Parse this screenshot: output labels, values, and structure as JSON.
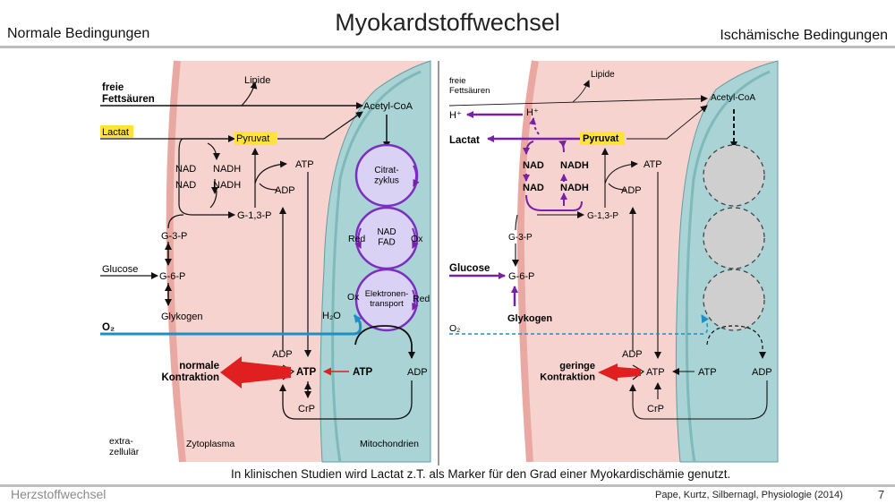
{
  "slide": {
    "title": "Myokardstoffwechsel",
    "left_heading": "Normale Bedingungen",
    "right_heading": "Ischämische Bedingungen",
    "note": "In klinischen Studien wird Lactat z.T. als Marker für den Grad einer Myokardischämie genutzt.",
    "footer_left": "Herzstoffwechsel",
    "footer_ref": "Pape, Kurtz, Silbernagl, Physiologie (2014)",
    "page_number": "7"
  },
  "colors": {
    "cytoplasm": "#f7d3cf",
    "membrane": "#e9a9a2",
    "mitochondrion": "#a9d3d4",
    "cycle_circle": "#d9d2f4",
    "cycle_border": "#7a2fbf",
    "ischemic_circle": "#cfcfcf",
    "purple_path": "#7a1fa8",
    "oxygen_blue": "#1e8fc4",
    "red_arrow": "#e02020",
    "highlight": "#ffe33a"
  },
  "normal": {
    "freie_fettsaeuren": "freie\nFettsäuren",
    "lipide": "Lipide",
    "acetyl_coa": "Acetyl-CoA",
    "lactat": "Lactat",
    "pyruvat": "Pyruvat",
    "nad1": "NAD",
    "nad2": "NAD",
    "nadh1": "NADH",
    "nadh2": "NADH",
    "atp_glyc": "ATP",
    "adp_glyc": "ADP",
    "g13p": "G-1,3-P",
    "g3p": "G-3-P",
    "g6p": "G-6-P",
    "glucose": "Glucose",
    "glykogen": "Glykogen",
    "o2": "O₂",
    "citrat": "Citrat-\nzyklus",
    "red": "Red",
    "ox": "Ox",
    "nad_fad": "NAD\nFAD",
    "ox2": "Ox",
    "elektronen": "Elektronen-\ntransport",
    "red2": "Red",
    "h2o": "H₂O",
    "adp_left": "ADP",
    "atp_center": "ATP",
    "atp_mito": "ATP",
    "adp_mito": "ADP",
    "crp": "CrP",
    "kontraktion": "normale\nKontraktion",
    "extrazellulaer": "extra-\nzellulär",
    "zytoplasma": "Zytoplasma",
    "mitochondrien": "Mitochondrien"
  },
  "ischemic": {
    "freie_fettsaeuren": "freie\nFettsäuren",
    "lipide": "Lipide",
    "acetyl_coa": "Acetyl-CoA",
    "h_plus_out": "H⁺",
    "h_plus_in": "H⁺",
    "lactat": "Lactat",
    "pyruvat": "Pyruvat",
    "nad1": "NAD",
    "nad2": "NAD",
    "nadh1": "NADH",
    "nadh2": "NADH",
    "atp_glyc": "ATP",
    "adp_glyc": "ADP",
    "g13p": "G-1,3-P",
    "g3p": "G-3-P",
    "g6p": "G-6-P",
    "glucose": "Glucose",
    "glykogen": "Glykogen",
    "o2": "O₂",
    "adp_left": "ADP",
    "atp_center": "ATP",
    "atp_mito": "ATP",
    "adp_mito": "ADP",
    "crp": "CrP",
    "kontraktion": "geringe\nKontraktion"
  }
}
